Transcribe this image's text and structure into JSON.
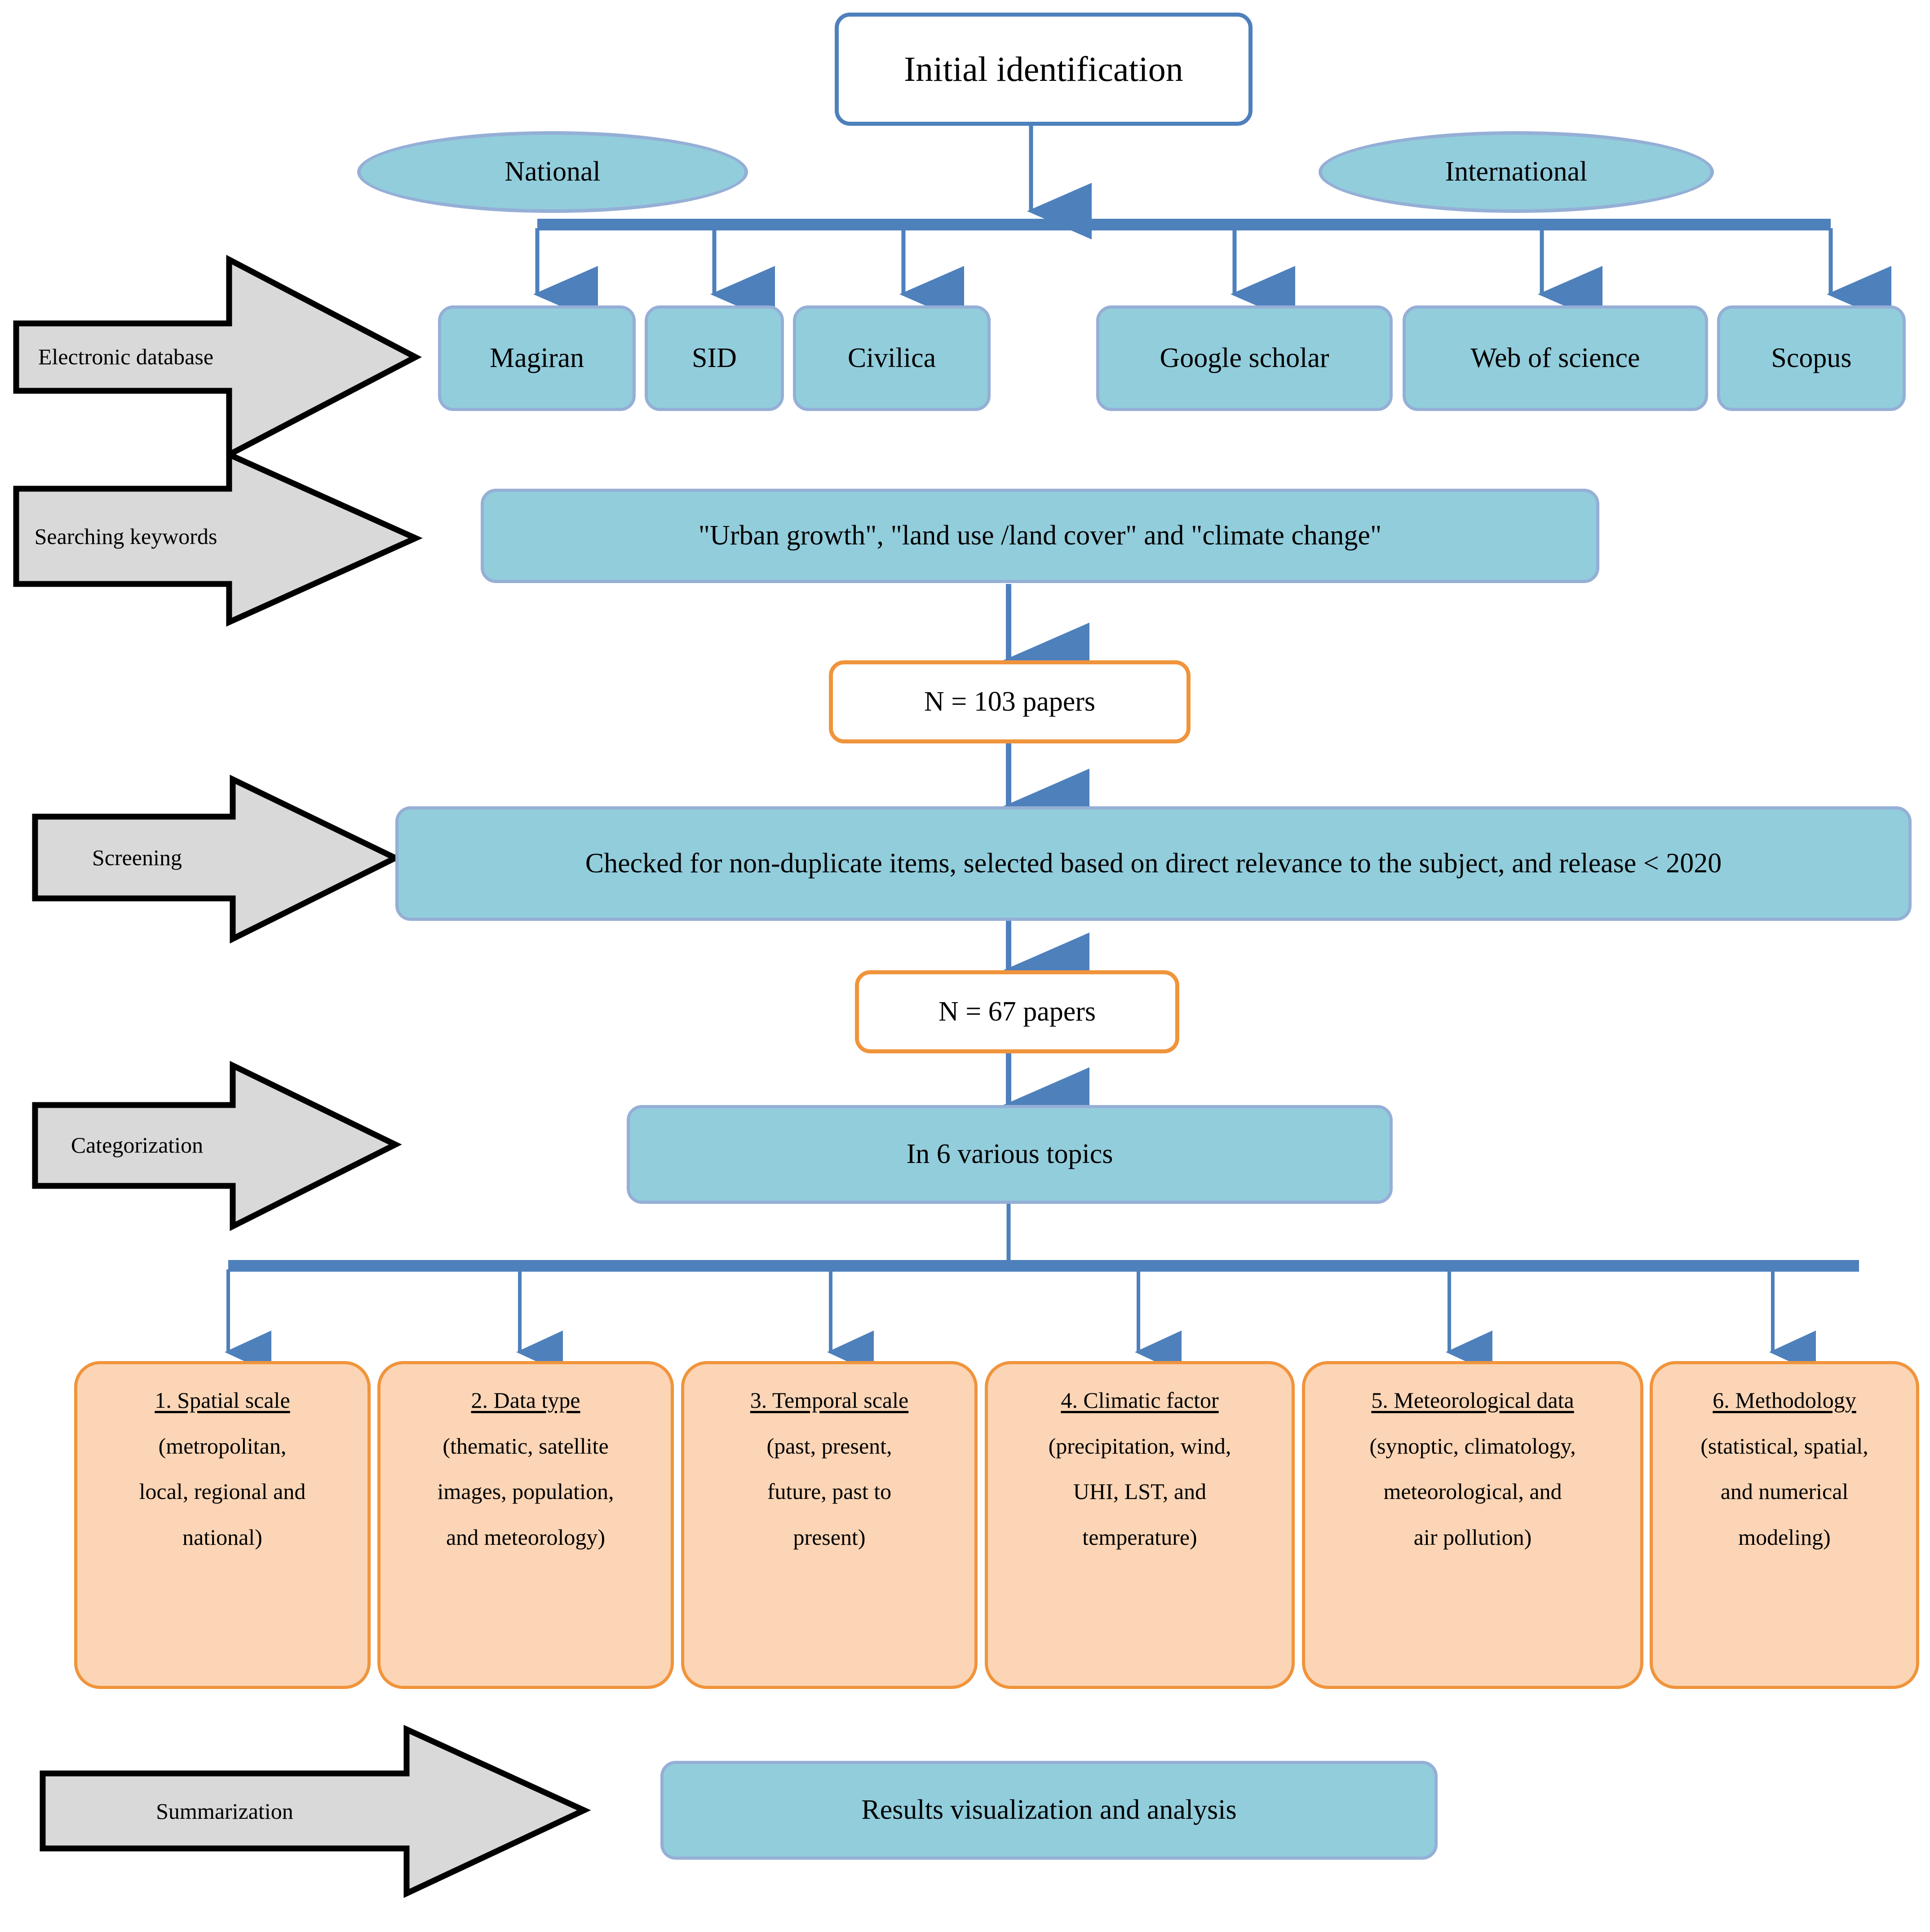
{
  "diagram": {
    "title_box": {
      "label": "Initial identification"
    },
    "sources": [
      {
        "label": "National"
      },
      {
        "label": "International"
      }
    ],
    "stages": [
      {
        "label": "Electronic database"
      },
      {
        "label": "Searching keywords"
      },
      {
        "label": "Screening"
      },
      {
        "label": "Categorization"
      },
      {
        "label": "Summarization"
      }
    ],
    "databases": {
      "national": [
        {
          "label": "Magiran"
        },
        {
          "label": "SID"
        },
        {
          "label": "Civilica"
        }
      ],
      "international": [
        {
          "label": "Google scholar"
        },
        {
          "label": "Web of science"
        },
        {
          "label": "Scopus"
        }
      ]
    },
    "keywords_box": {
      "label": "\"Urban growth\", \"land use /land cover\" and \"climate change\""
    },
    "count_initial": {
      "label": "N = 103 papers"
    },
    "screening_box": {
      "label": "Checked for non-duplicate items, selected based on direct relevance to the subject, and release < 2020"
    },
    "count_screened": {
      "label": "N = 67 papers"
    },
    "topics_box": {
      "label": "In 6 various topics"
    },
    "categories": [
      {
        "title": "1. Spatial scale",
        "lines": [
          "(metropolitan,",
          "local, regional and",
          "national)"
        ]
      },
      {
        "title": "2. Data type",
        "lines": [
          "(thematic, satellite",
          "images, population,",
          "and meteorology)"
        ]
      },
      {
        "title": "3. Temporal scale",
        "lines": [
          "(past, present,",
          "future, past to",
          "present)"
        ]
      },
      {
        "title": "4. Climatic factor",
        "lines": [
          "(precipitation, wind,",
          "UHI, LST, and",
          "temperature)"
        ]
      },
      {
        "title": "5. Meteorological data",
        "lines": [
          "(synoptic, climatology,",
          "meteorological, and",
          "air pollution)"
        ]
      },
      {
        "title": "6. Methodology",
        "lines": [
          "(statistical, spatial,",
          "and numerical",
          "modeling)"
        ]
      }
    ],
    "results_box": {
      "label": "Results visualization and analysis"
    },
    "colors": {
      "blue_fill": "#92CDDC",
      "blue_border": "#95AFD6",
      "title_border": "#4E80BC",
      "connector": "#4E80BC",
      "orange_border": "#F0943C",
      "peach_fill": "#FBD5B5",
      "gray_fill": "#D9D9D9",
      "gray_border": "#000000",
      "text": "#000000"
    }
  }
}
